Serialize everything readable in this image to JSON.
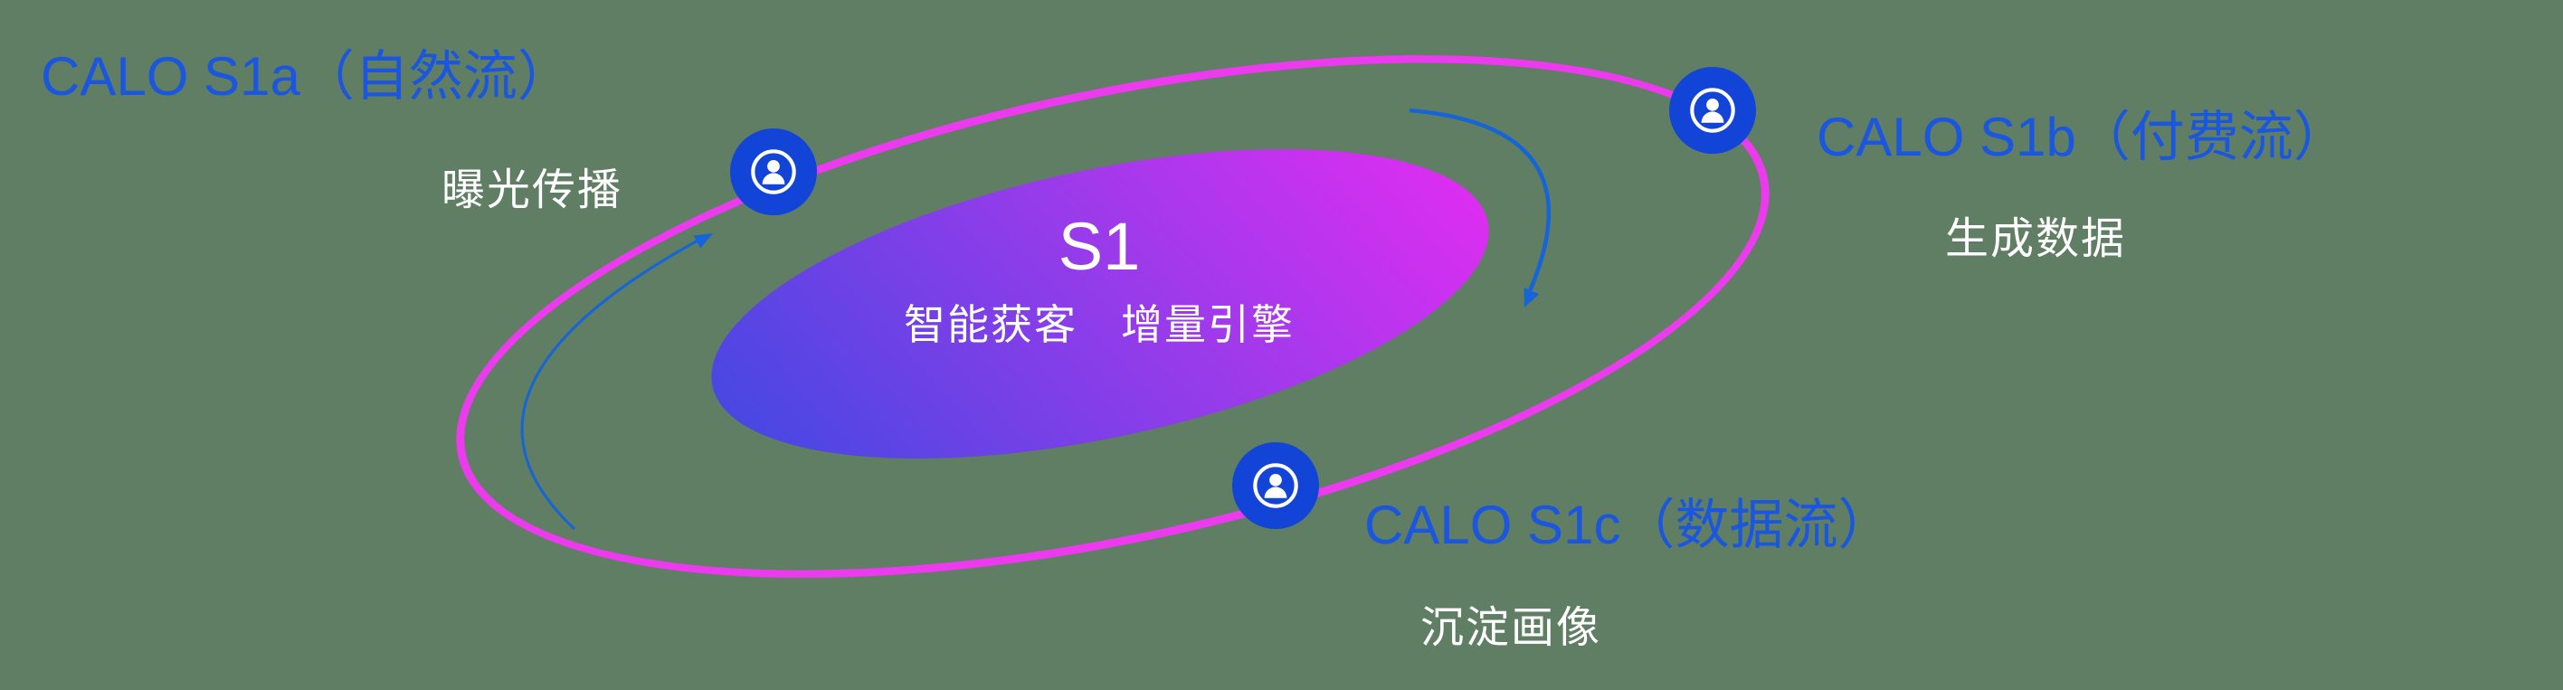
{
  "colors": {
    "background": "#5f7e63",
    "title_blue": "#1a56df",
    "subtitle_white": "#ffffff",
    "orbit_pink": "#ec3bee",
    "badge_blue": "#1244d8",
    "arrow_blue": "#1565d8",
    "center_gradient_start": "#4448e2",
    "center_gradient_end": "#e02df2"
  },
  "center": {
    "title": "S1",
    "subtitle": "智能获客　增量引擎"
  },
  "nodes": {
    "s1a": {
      "title": "CALO S1a（自然流）",
      "subtitle": "曝光传播"
    },
    "s1b": {
      "title": "CALO S1b（付费流）",
      "subtitle": "生成数据"
    },
    "s1c": {
      "title": "CALO S1c（数据流）",
      "subtitle": "沉淀画像"
    }
  }
}
